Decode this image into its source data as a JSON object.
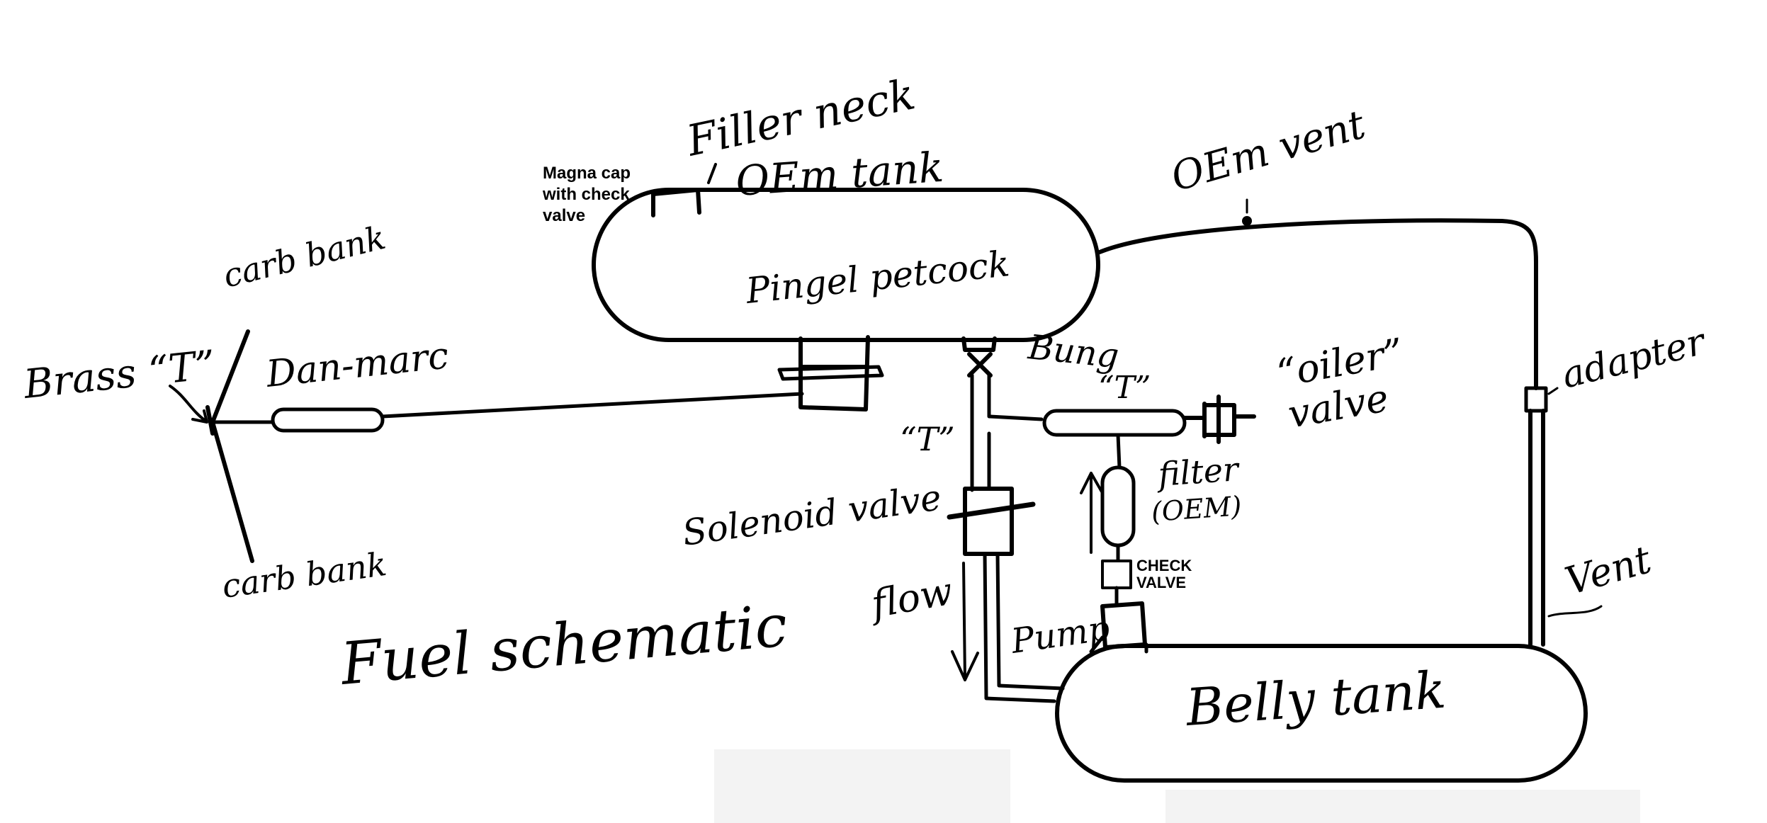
{
  "labels": {
    "filler_neck": "Filler neck",
    "magna_cap_line1": "Magna cap",
    "magna_cap_line2": "with check",
    "magna_cap_line3": "valve",
    "oem_tank": "OEm tank",
    "oem_vent": "OEm vent",
    "pingel_petcock": "Pingel petcock",
    "carb_bank_top": "carb bank",
    "carb_bank_bottom": "carb bank",
    "brass_t": "Brass “T”",
    "dan_marc": "Dan-marc",
    "bung": "Bung",
    "t_upper": "“T”",
    "t_lower": "“T”",
    "oiler_valve_line1": "“oiler”",
    "oiler_valve_line2": "valve",
    "adapter": "adapter",
    "filter_line1": "filter",
    "filter_line2": "(OEM)",
    "solenoid_valve": "Solenoid valve",
    "check_valve_line1": "CHECK",
    "check_valve_line2": "VALVE",
    "flow": "flow",
    "pump": "Pump",
    "vent": "Vent",
    "belly_tank": "Belly tank",
    "fuel_schematic": "Fuel schematic"
  }
}
